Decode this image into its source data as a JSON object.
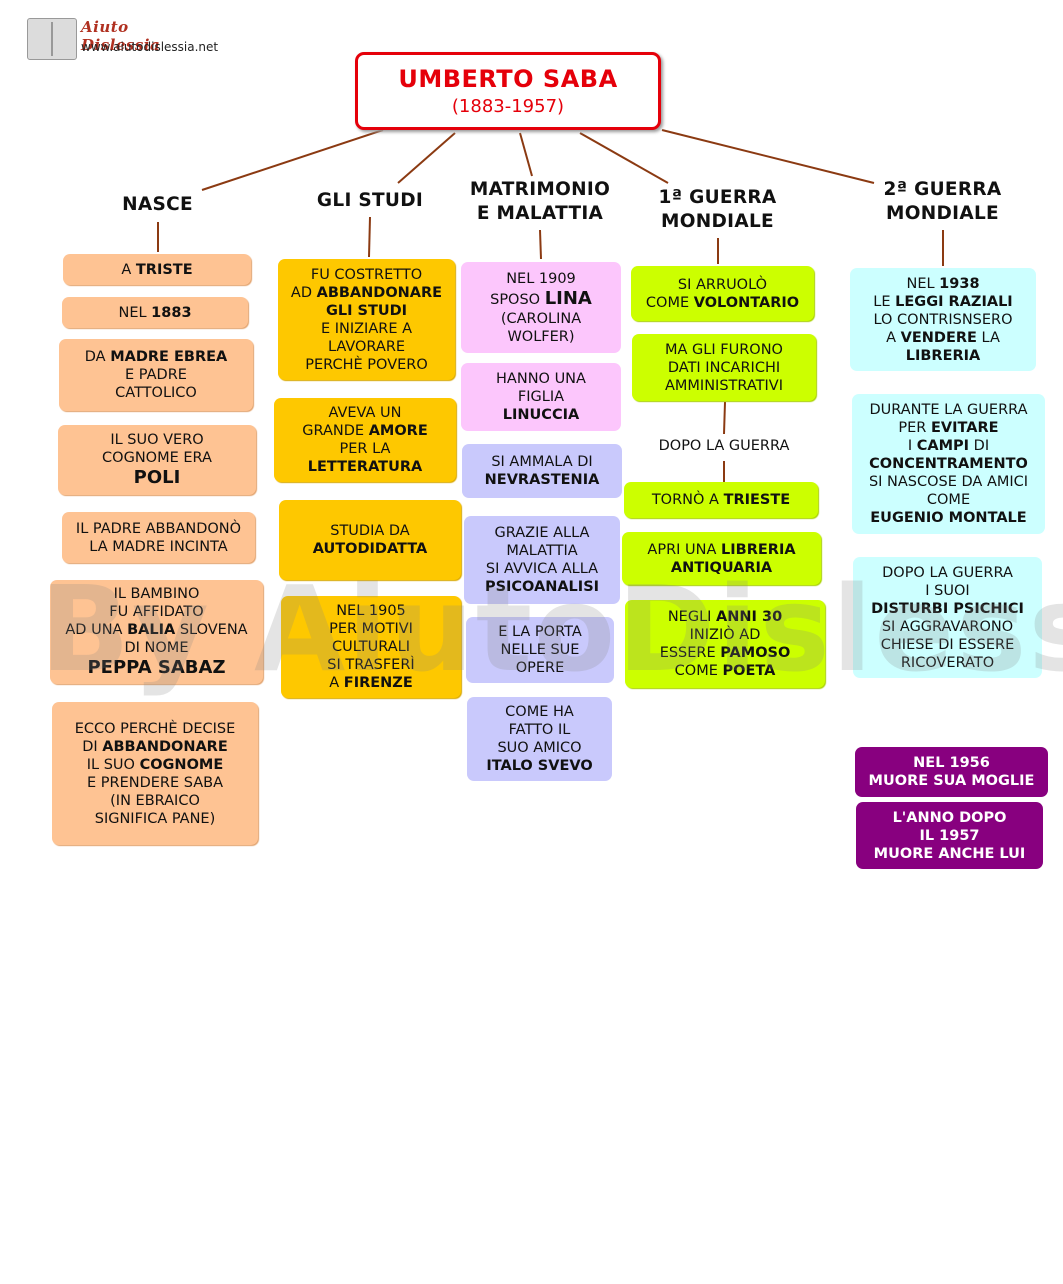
{
  "logo": {
    "title": "Aiuto Dislessia",
    "url": "www.aiutodislessia.net"
  },
  "watermark": "By AiutoDislessia.net",
  "root": {
    "name": "UMBERTO SABA",
    "dates": "(1883-1957)"
  },
  "colors": {
    "root_border": "#e5000a",
    "connector": "#8b3a12",
    "nasce": "#fec393",
    "studi": "#fec800",
    "matrimonio_a": "#fcc6fc",
    "matrimonio_b": "#c9c9fc",
    "guerra1": "#ccff00",
    "guerra2": "#ccffff",
    "morte": "#88007f"
  },
  "headings": {
    "nasce": "NASCE",
    "studi": "GLI STUDI",
    "matrimonio": [
      "MATRIMONIO",
      "E MALATTIA"
    ],
    "guerra1": [
      "1ª GUERRA",
      "MONDIALE"
    ],
    "guerra2": [
      "2ª GUERRA",
      "MONDIALE"
    ]
  },
  "nasce": {
    "b1": [
      "A ",
      "TRISTE"
    ],
    "b2": [
      "NEL ",
      "1883"
    ],
    "b3": [
      "DA ",
      "MADRE EBREA",
      "E PADRE",
      "CATTOLICO"
    ],
    "b4": [
      "IL SUO VERO",
      "COGNOME ERA",
      "POLI"
    ],
    "b5": [
      "IL PADRE ABBANDONÒ",
      "LA MADRE INCINTA"
    ],
    "b6": [
      "IL BAMBINO",
      "FU AFFIDATO",
      "AD UNA ",
      "BALIA",
      " SLOVENA",
      "DI NOME",
      "PEPPA SABAZ"
    ],
    "b7": [
      "ECCO PERCHÈ DECISE",
      "DI ",
      "ABBANDONARE",
      "IL SUO ",
      "COGNOME",
      "E PRENDERE SABA",
      "(IN EBRAICO",
      "SIGNIFICA PANE)"
    ]
  },
  "studi": {
    "b1": [
      "FU COSTRETTO",
      "AD ",
      "ABBANDONARE",
      "GLI STUDI",
      "E INIZIARE A",
      "LAVORARE",
      "PERCHÈ POVERO"
    ],
    "b2": [
      "AVEVA UN",
      "GRANDE ",
      "AMORE",
      "PER LA",
      "LETTERATURA"
    ],
    "b3": [
      "STUDIA DA",
      "AUTODIDATTA"
    ],
    "b4": [
      "NEL 1905",
      "PER MOTIVI",
      "CULTURALI",
      "SI TRASFERÌ",
      "A ",
      "FIRENZE"
    ]
  },
  "matrimonio": {
    "b1": [
      "NEL 1909",
      "SPOSO ",
      "LINA",
      "(CAROLINA",
      "WOLFER)"
    ],
    "b2": [
      "HANNO UNA",
      "FIGLIA",
      "LINUCCIA"
    ],
    "b3": [
      "SI AMMALA DI",
      "NEVRASTENIA"
    ],
    "b4": [
      "GRAZIE ALLA",
      "MALATTIA",
      "SI AVVICA ALLA",
      "PSICOANALISI"
    ],
    "b5": [
      "E  LA PORTA",
      "NELLE SUE",
      "OPERE"
    ],
    "b6": [
      "COME HA",
      "FATTO IL",
      "SUO AMICO",
      "ITALO SVEVO"
    ]
  },
  "guerra1": {
    "b1": [
      "SI ARRUOLÒ",
      "COME ",
      "VOLONTARIO"
    ],
    "b2": [
      "MA GLI FURONO",
      "DATI INCARICHI",
      "AMMINISTRATIVI"
    ],
    "dopo": "DOPO LA GUERRA",
    "b3": [
      "TORNÒ A ",
      "TRIESTE"
    ],
    "b4": [
      "APRI UNA ",
      "LIBRERIA",
      "ANTIQUARIA"
    ],
    "b5": [
      "NEGLI ",
      "ANNI 30",
      "INIZIÒ AD",
      "ESSERE ",
      "PAMOSO",
      "COME ",
      "POETA"
    ]
  },
  "guerra2": {
    "b1": [
      "NEL ",
      "1938",
      "LE ",
      "LEGGI RAZIALI",
      "LO CONTRISNSERO",
      "A ",
      "VENDERE",
      " LA",
      "LIBRERIA"
    ],
    "b2": [
      "DURANTE LA GUERRA",
      "PER ",
      "EVITARE",
      "I ",
      "CAMPI",
      " DI",
      "CONCENTRAMENTO",
      "SI NASCOSE DA AMICI",
      "COME",
      "EUGENIO MONTALE"
    ],
    "b3": [
      "DOPO LA GUERRA",
      "I SUOI",
      "DISTURBI PSICHICI",
      "SI AGGRAVARONO",
      "CHIESE DI ESSERE",
      "RICOVERATO"
    ],
    "b4": [
      "NEL 1956",
      "MUORE SUA MOGLIE"
    ],
    "b5": [
      "L'ANNO DOPO",
      "IL 1957",
      "MUORE ANCHE LUI"
    ]
  }
}
